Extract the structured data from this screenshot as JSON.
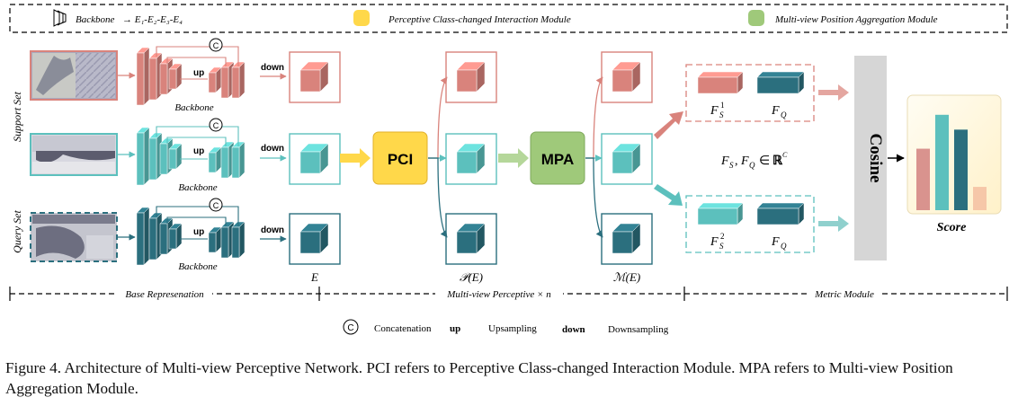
{
  "legend": {
    "backbone": "Backbone",
    "backbone_formula": "→ E₁-E₂-E₃-E₄",
    "pci_module": "Perceptive Class-changed Interaction Module",
    "mpa_module": "Multi-view Position  Aggregation Module"
  },
  "rows": {
    "support_label": "Support Set",
    "query_label": "Query Set"
  },
  "backbone_label": "Backbone",
  "up_label": "up",
  "down_label": "down",
  "concat_symbol": "C",
  "pci_label": "PCI",
  "mpa_label": "MPA",
  "stage_labels": {
    "e": "E",
    "p": "𝒫(E)",
    "m": "ℳ(E)"
  },
  "metric": {
    "fs1": "F",
    "fs1_sub": "S",
    "fs1_sup": "1",
    "fq": "F",
    "fq_sub": "Q",
    "fs2_sup": "2",
    "formula": "F_S, F_Q ∈ ℝ^C",
    "cosine": "Cosine",
    "score": "Score"
  },
  "sections": {
    "base": "Base Represenation",
    "multiview": "Multi-view Perceptive × n",
    "metric": "Metric Module"
  },
  "bottom_legend": {
    "concat": "Concatenation",
    "up": "up",
    "up_text": "Upsampling",
    "down": "down",
    "down_text": "Downsampling"
  },
  "caption": "Figure 4.  Architecture of Multi-view Perceptive Network.  PCI refers to Perceptive Class-changed Interaction Module.  MPA refers to Multi-view Position Aggregation Module.",
  "colors": {
    "red": "#d9837c",
    "red_dark": "#b9584f",
    "teal": "#5cc0bd",
    "teal_dark": "#3a9a98",
    "navy": "#2b6f7e",
    "navy_dark": "#1d4f5c",
    "pci_yellow": "#ffd84a",
    "mpa_green": "#9fc97a",
    "cosine_gray": "#d6d6d6"
  },
  "score_chart": {
    "values": [
      0.58,
      0.9,
      0.76,
      0.22
    ]
  }
}
